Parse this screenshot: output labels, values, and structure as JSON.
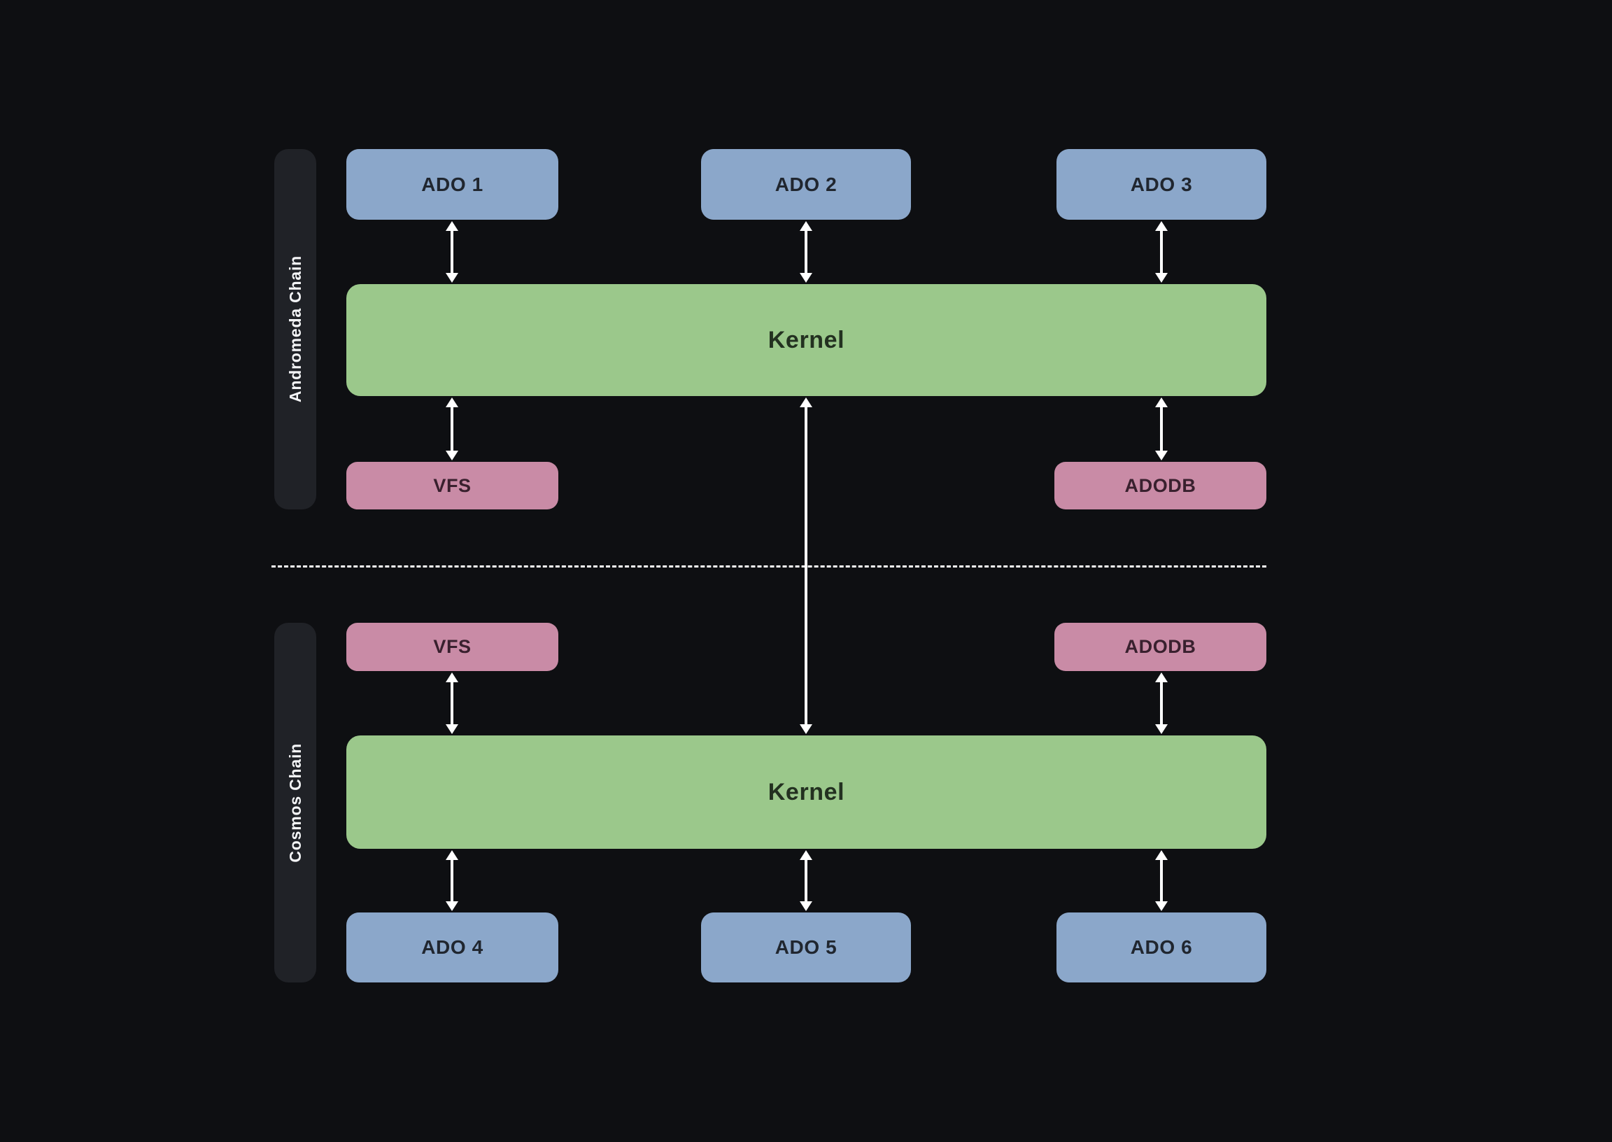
{
  "diagram": {
    "colors": {
      "background": "#0e0f12",
      "lane_pill": "#202227",
      "ado_box": "#8ba7ca",
      "kernel_box": "#9bc88b",
      "module_box": "#c98ba6",
      "arrow": "#ffffff",
      "divider": "#ffffff",
      "lane_text": "#f4f5f7"
    },
    "andromeda": {
      "lane_label": "Andromeda Chain",
      "ado1": "ADO 1",
      "ado2": "ADO 2",
      "ado3": "ADO 3",
      "kernel": "Kernel",
      "vfs": "VFS",
      "adodb": "ADODB"
    },
    "cosmos": {
      "lane_label": "Cosmos Chain",
      "vfs": "VFS",
      "adodb": "ADODB",
      "kernel": "Kernel",
      "ado4": "ADO 4",
      "ado5": "ADO 5",
      "ado6": "ADO 6"
    }
  }
}
